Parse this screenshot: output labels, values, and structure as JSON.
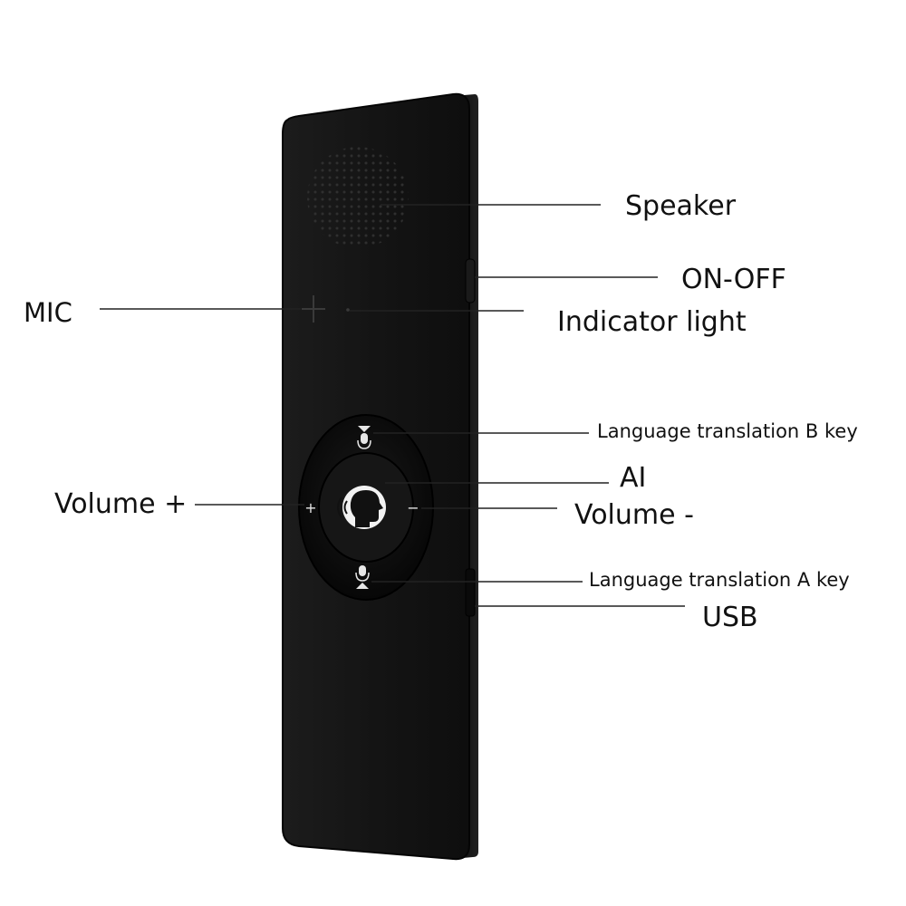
{
  "labels": {
    "speaker": "Speaker",
    "on_off": "ON-OFF",
    "mic": "MIC",
    "indicator_light": "Indicator light",
    "language_b_key": "Language translation B key",
    "ai": "AI",
    "volume_plus": "Volume +",
    "volume_minus": "Volume -",
    "language_a_key": "Language translation A key",
    "usb": "USB"
  },
  "button_glyphs": {
    "plus": "+",
    "minus": "−"
  },
  "colors": {
    "device_body": "#141414",
    "device_edge": "#050505",
    "ring": "#0a0a0a",
    "center_button": "#161616",
    "ai_badge": "#f2f2f2",
    "leader_line": "#222222",
    "text": "#111111"
  },
  "icons": {
    "ai_button": "speaking-head-icon",
    "b_key": "mic-b-icon",
    "a_key": "mic-a-icon"
  }
}
